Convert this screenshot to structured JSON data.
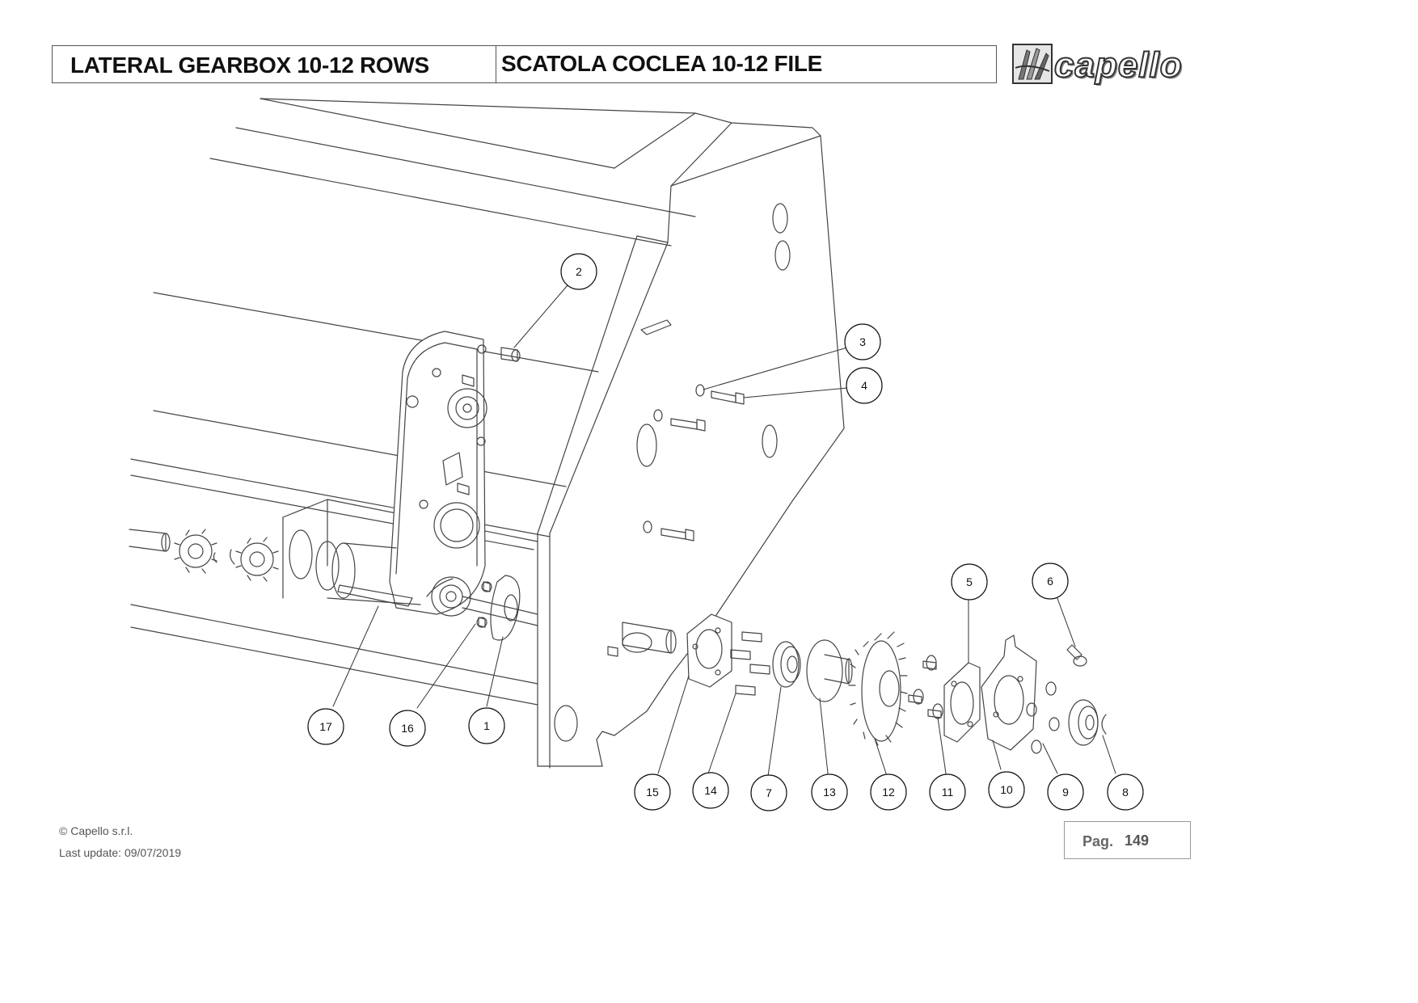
{
  "header": {
    "title_en": "LATERAL GEARBOX 10-12 ROWS",
    "title_it": "SCATOLA COCLEA 10-12 FILE"
  },
  "logo": {
    "text": "capello",
    "icon": "corn-emblem-icon"
  },
  "callouts": {
    "c1": "1",
    "c2": "2",
    "c3": "3",
    "c4": "4",
    "c5": "5",
    "c6": "6",
    "c7": "7",
    "c8": "8",
    "c9": "9",
    "c10": "10",
    "c11": "11",
    "c12": "12",
    "c13": "13",
    "c14": "14",
    "c15": "15",
    "c16": "16",
    "c17": "17"
  },
  "footer": {
    "copyright": "© Capello s.r.l.",
    "last_update": "Last update: 09/07/2019",
    "page_label": "Pag.",
    "page_number": "149"
  },
  "colors": {
    "line": "#444444",
    "text": "#111111",
    "muted": "#555555"
  }
}
